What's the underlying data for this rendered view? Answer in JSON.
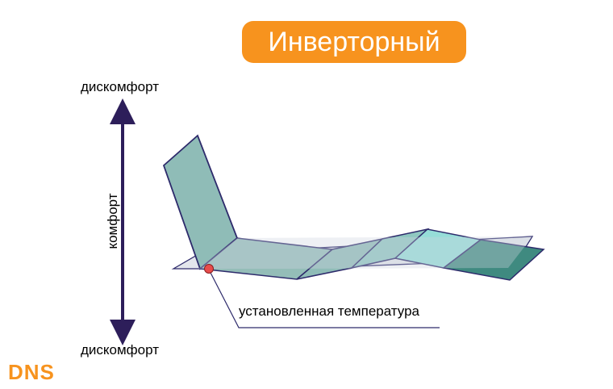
{
  "title": "Инверторный",
  "axis": {
    "top_label": "дискомфорт",
    "middle_label": "комфорт",
    "bottom_label": "дискомфорт"
  },
  "setpoint_label": "установленная температура",
  "logo_text": "DNS",
  "colors": {
    "accent": "#f7931e",
    "arrow": "#2d1e5a",
    "band_light": "#8fbcb7",
    "band_dark": "#3f8a80",
    "band_cyan": "#96ddd8",
    "outline": "#2d2a6b",
    "setpoint_dot": "#e84c4c"
  }
}
